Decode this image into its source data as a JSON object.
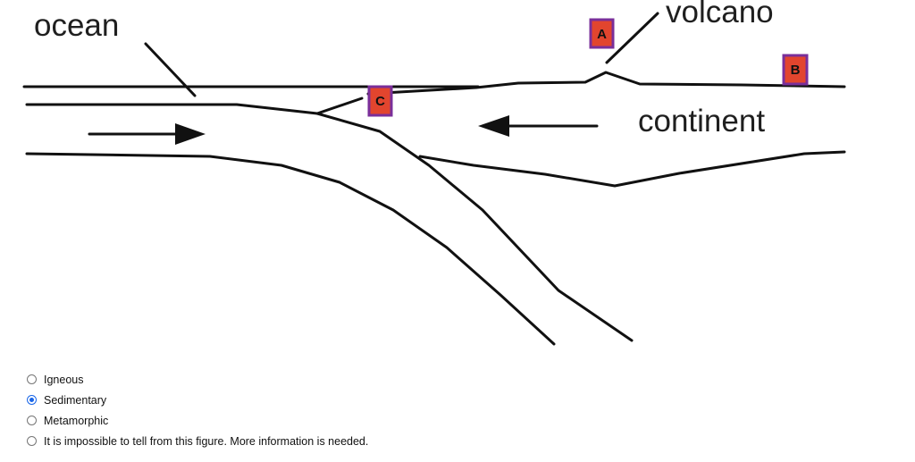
{
  "diagram": {
    "labels": {
      "ocean": "ocean",
      "volcano": "volcano",
      "continent": "continent"
    },
    "markers": {
      "a": "A",
      "b": "B",
      "c": "C"
    },
    "colors": {
      "marker_fill": "#e2452e",
      "marker_border": "#7a2f9a",
      "line": "#111111"
    }
  },
  "question": {
    "options": [
      {
        "label": "Igneous",
        "selected": false
      },
      {
        "label": "Sedimentary",
        "selected": true
      },
      {
        "label": "Metamorphic",
        "selected": false
      },
      {
        "label": "It is impossible to tell from this figure. More information is needed.",
        "selected": false
      }
    ],
    "accent_color": "#1a66e8"
  }
}
